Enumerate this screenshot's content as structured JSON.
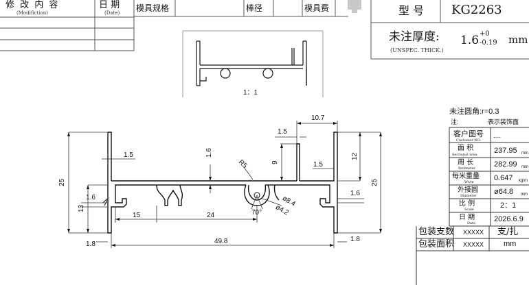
{
  "revision_header": {
    "modification_cn": "修 改 内 容",
    "modification_en": "(Modifiction)",
    "date_cn": "日  期",
    "date_en": "(Date)"
  },
  "mold_header": {
    "spec": "模具规格",
    "rod": "棒径",
    "fee": "模具费"
  },
  "model": {
    "label": "型  号",
    "value": "KG2263"
  },
  "thickness": {
    "label_cn": "未注厚度:",
    "label_en": "(UNSPEC. THICK.)",
    "base": "1.6",
    "tol_plus": "+0",
    "tol_minus": "-0.19",
    "unit": "mm"
  },
  "preview_scale": "1：1",
  "fillet_note": {
    "line1": "未注圆角:r=0.3",
    "line2_left": "注:",
    "line2_right": "表示装饰面"
  },
  "props": {
    "customer_no": {
      "cn": "客户图号",
      "en": "Customer NO.",
      "value": "...."
    },
    "area": {
      "cn": "面   积",
      "en": "Sectional area",
      "value": "237.95",
      "unit": "mm"
    },
    "perimeter": {
      "cn": "周   长",
      "en": "Perimeter",
      "value": "282.99",
      "unit": "mm"
    },
    "weight": {
      "cn": "每米重量",
      "en": "Wt/m",
      "value": "0.647",
      "unit": "kg/m"
    },
    "diameter": {
      "cn": "外接圆",
      "en": "Diameter",
      "value": "ø64.8",
      "unit": "mm"
    },
    "scale": {
      "cn": "比  例",
      "en": "Scale",
      "value": "2：1"
    },
    "date": {
      "cn": "日   期",
      "en": "Date",
      "value": "2026.6.9"
    }
  },
  "packing": {
    "count_label": "包装支数",
    "count_value": "XXXXX",
    "count_unit": "支/扎",
    "area_label": "包装面积",
    "area_value": "XXXXX",
    "area_unit": "mm"
  },
  "dims": {
    "top_width": "10.7",
    "lip_15_top": "1.5",
    "wall_15": "1.5",
    "left_15": "1.5",
    "web_16": "1.6",
    "h9": "9",
    "h12": "12",
    "h25_left": "25",
    "h25_right": "25",
    "h13": "13",
    "left_16": "1.6",
    "right_16": "1.6",
    "r5": "R5",
    "d84": "ø8.4",
    "d42": "ø4.2",
    "angle": "70°",
    "w15": "15",
    "w24": "24",
    "w498": "49.8",
    "foot_left": "1.8",
    "foot_right": "1.8"
  }
}
